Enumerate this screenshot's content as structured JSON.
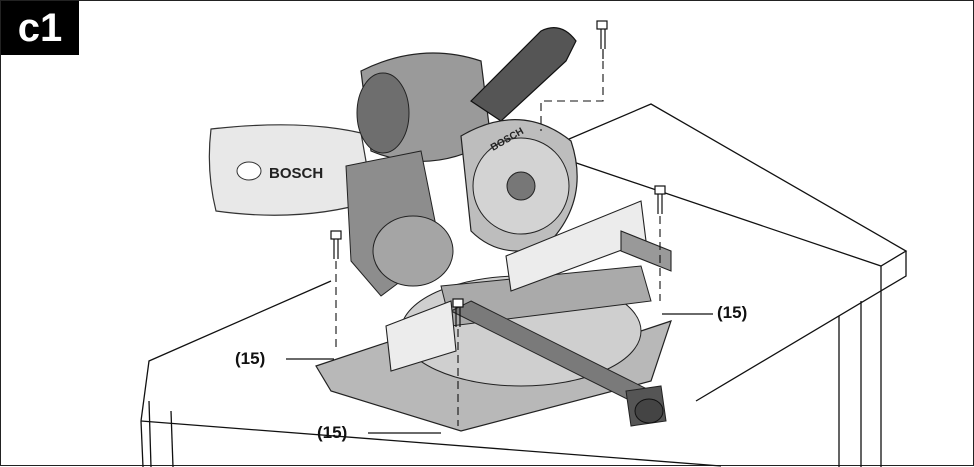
{
  "figure": {
    "label": "c1",
    "brand_text": "BOSCH",
    "blade_text": "BOSCH",
    "callouts": [
      "(15)",
      "(15)",
      "(15)"
    ]
  }
}
